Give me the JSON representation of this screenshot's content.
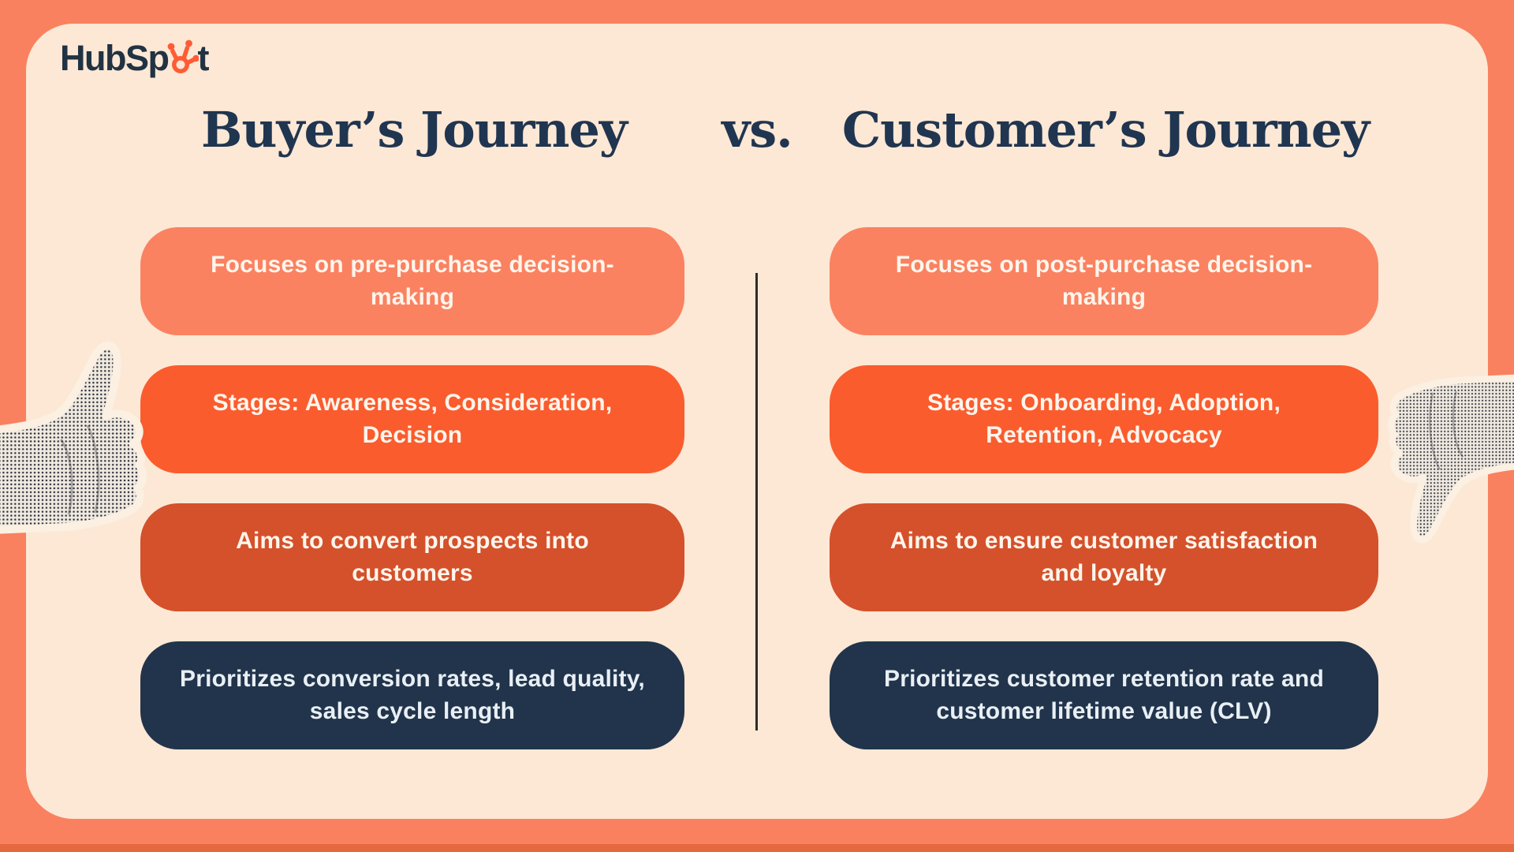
{
  "brand": {
    "name": "HubSpot",
    "wordmark_prefix": "HubSp",
    "wordmark_suffix": "t",
    "sprocket_icon": "hubspot-sprocket",
    "navy": "#213343",
    "orange": "#FF5C35"
  },
  "title": {
    "left": "Buyer’s Journey",
    "vs": "vs.",
    "right": "Customer’s Journey"
  },
  "columns": {
    "left": {
      "heading": "Buyer’s Journey",
      "cards": [
        {
          "text": "Focuses on pre-purchase decision-making",
          "color": "#FA8261"
        },
        {
          "text": "Stages: Awareness, Consideration, Decision",
          "color": "#FA5C2E"
        },
        {
          "text": "Aims to convert prospects into customers",
          "color": "#D4512B"
        },
        {
          "text": "Prioritizes conversion rates, lead quality, sales cycle length",
          "color": "#21344B"
        }
      ]
    },
    "right": {
      "heading": "Customer’s Journey",
      "cards": [
        {
          "text": "Focuses on post-purchase decision-making",
          "color": "#FA8261"
        },
        {
          "text": "Stages: Onboarding, Adoption, Retention, Advocacy",
          "color": "#FA5C2E"
        },
        {
          "text": "Aims to ensure customer satisfaction and loyalty",
          "color": "#D4512B"
        },
        {
          "text": "Prioritizes customer retention rate and customer lifetime value (CLV)",
          "color": "#21344B"
        }
      ]
    }
  },
  "decorations": {
    "left_hand": "thumbs-up halftone cutout",
    "right_hand": "thumbs-down halftone cutout"
  },
  "colors": {
    "frame": "#F9815F",
    "canvas": "#FCE8D5",
    "divider": "#2E2D2B",
    "title_text": "#203550",
    "pill_text": "#FFF5EC"
  }
}
